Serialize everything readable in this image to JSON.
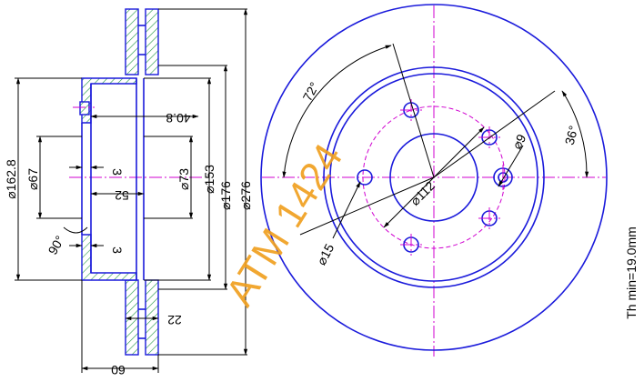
{
  "side_view": {
    "dim_outer_dia": "⌀276",
    "dim_ventilation_dia": "⌀176",
    "dim_hat_outer_dia": "⌀153",
    "dim_hat_inner_dia": "⌀73",
    "dim_hub_bore_dia": "⌀67",
    "dim_hat_dia": "⌀162.8",
    "dim_hat_depth": "40.8",
    "dim_width_52": "52",
    "dim_hub_thickness_top": "3",
    "dim_hub_thickness_bottom": "3",
    "dim_chamfer_angle": "90°",
    "dim_disc_thickness": "22",
    "dim_total_height": "60"
  },
  "front_view": {
    "dim_angle_72": "72°",
    "dim_angle_36": "36°",
    "dim_bolt_hole": "⌀9",
    "dim_pcd": "⌀112",
    "dim_hole_15": "⌀15"
  },
  "watermark": "ATM 1424",
  "min_thickness": "Th min=19.0mm",
  "colors": {
    "outline": "#1a1adb",
    "centerline": "#d000d0",
    "dimension": "#000000",
    "watermark": "#f0a020"
  }
}
